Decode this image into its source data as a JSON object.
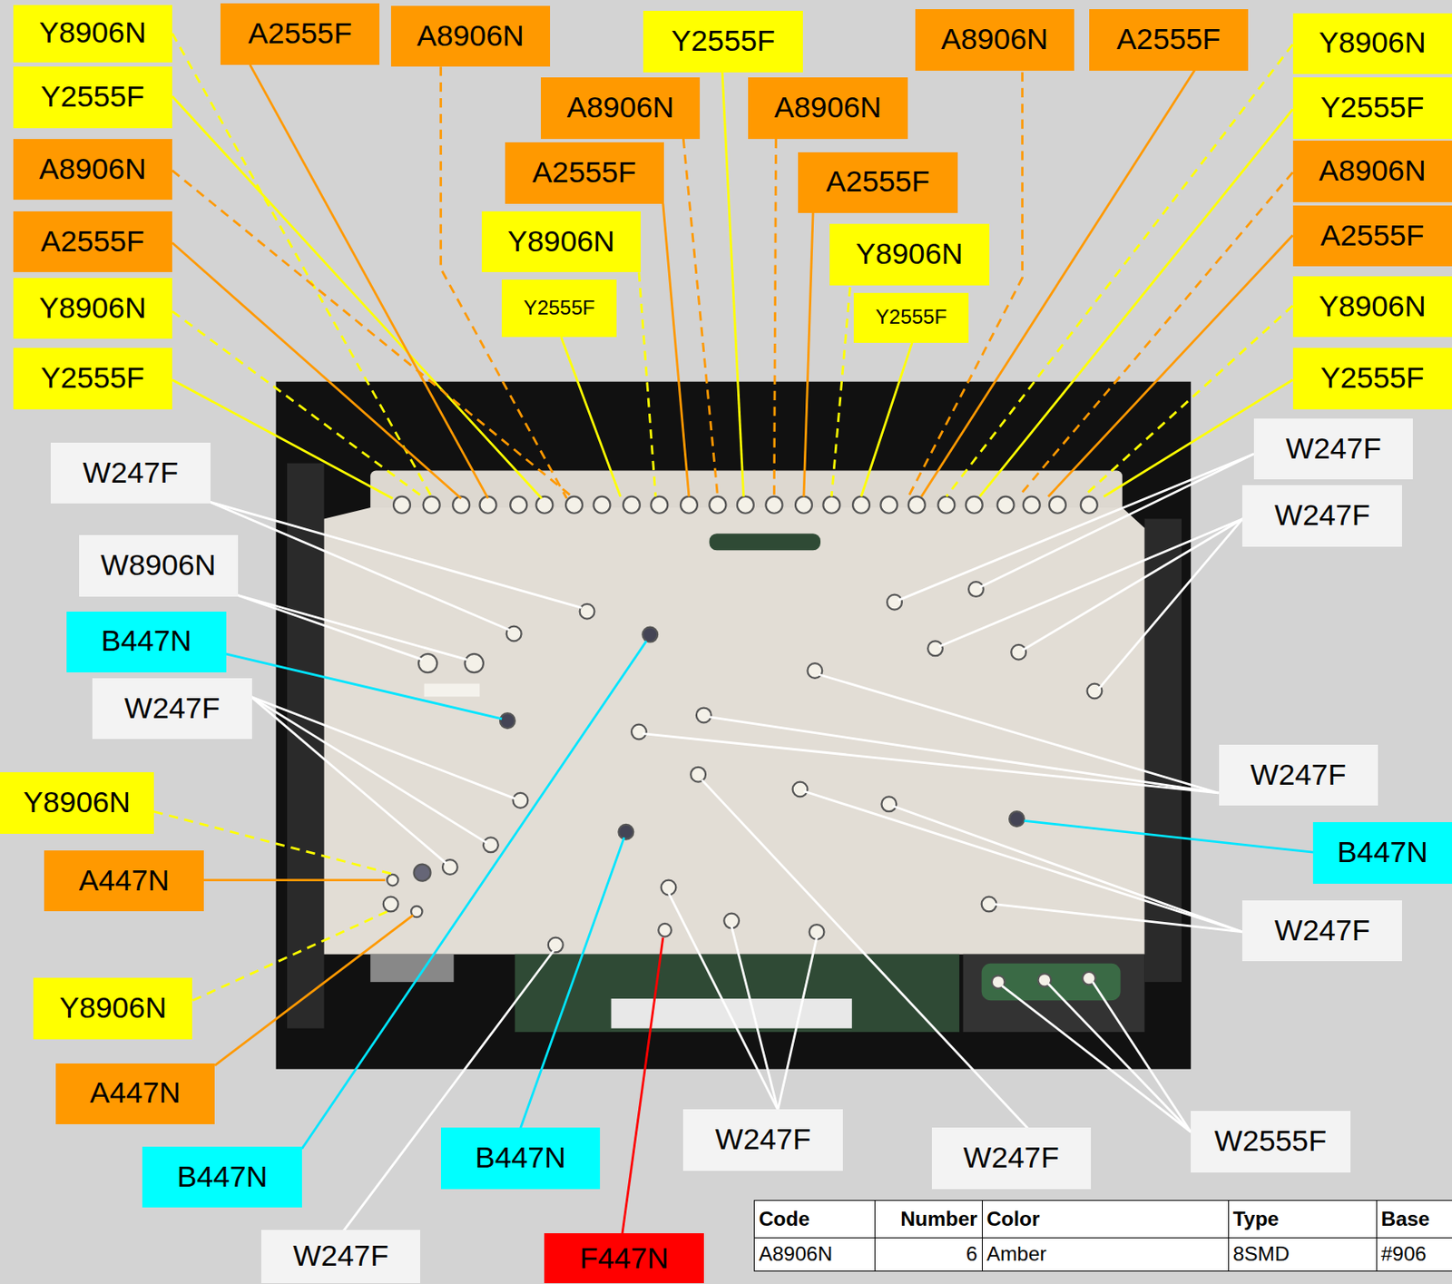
{
  "diagram": {
    "nodes": [
      {
        "text": [
          "Y8906N"
        ]
      },
      {
        "text": [
          "Y2555F"
        ]
      },
      {
        "text": [
          "A8906N"
        ]
      },
      {
        "text": [
          "A2555F"
        ]
      },
      {
        "text": [
          "Y8906N"
        ]
      },
      {
        "text": [
          "Y2555F"
        ]
      },
      {
        "text": [
          "A2555F"
        ]
      },
      {
        "text": [
          "A8906N"
        ]
      },
      {
        "text": [
          "Y2555F"
        ]
      },
      {
        "text": [
          "A8906N"
        ]
      },
      {
        "text": [
          "A8906N"
        ]
      },
      {
        "text": [
          "A2555F"
        ]
      },
      {
        "text": [
          "A2555F"
        ]
      },
      {
        "text": [
          "Y8906N"
        ]
      },
      {
        "text": [
          "Y8906N"
        ]
      },
      {
        "text": [
          "Y2555F"
        ]
      },
      {
        "text": [
          "Y2555F"
        ]
      },
      {
        "text": [
          "A8906N"
        ]
      },
      {
        "text": [
          "A2555F"
        ]
      },
      {
        "text": [
          "Y8906N"
        ]
      },
      {
        "text": [
          "Y2555F"
        ]
      },
      {
        "text": [
          "A8906N"
        ]
      },
      {
        "text": [
          "A2555F"
        ]
      },
      {
        "text": [
          "Y8906N"
        ]
      },
      {
        "text": [
          "Y2555F"
        ]
      },
      {
        "text": [
          "W247F"
        ]
      },
      {
        "text": [
          "W8906N"
        ]
      },
      {
        "text": [
          "B447N"
        ]
      },
      {
        "text": [
          "W247F"
        ]
      },
      {
        "text": [
          "Y8906N"
        ]
      },
      {
        "text": [
          "A447N"
        ]
      },
      {
        "text": [
          "Y8906N"
        ]
      },
      {
        "text": [
          "A447N"
        ]
      },
      {
        "text": [
          "B447N"
        ]
      },
      {
        "text": [
          "W247F"
        ]
      },
      {
        "text": [
          "B447N"
        ]
      },
      {
        "text": [
          "F447N"
        ]
      },
      {
        "text": [
          "W247F"
        ]
      },
      {
        "text": [
          "W247F"
        ]
      },
      {
        "text": [
          "W2555F"
        ]
      },
      {
        "text": [
          "W247F"
        ]
      },
      {
        "text": [
          "W247F"
        ]
      },
      {
        "text": [
          "W247F"
        ]
      },
      {
        "text": [
          "B447N"
        ]
      },
      {
        "text": [
          "W247F"
        ]
      }
    ],
    "labels": [
      "Code",
      "Number",
      "Color",
      "Type",
      "Base",
      "A8906N",
      "6",
      "Amber",
      "8SMD",
      "#906"
    ]
  }
}
